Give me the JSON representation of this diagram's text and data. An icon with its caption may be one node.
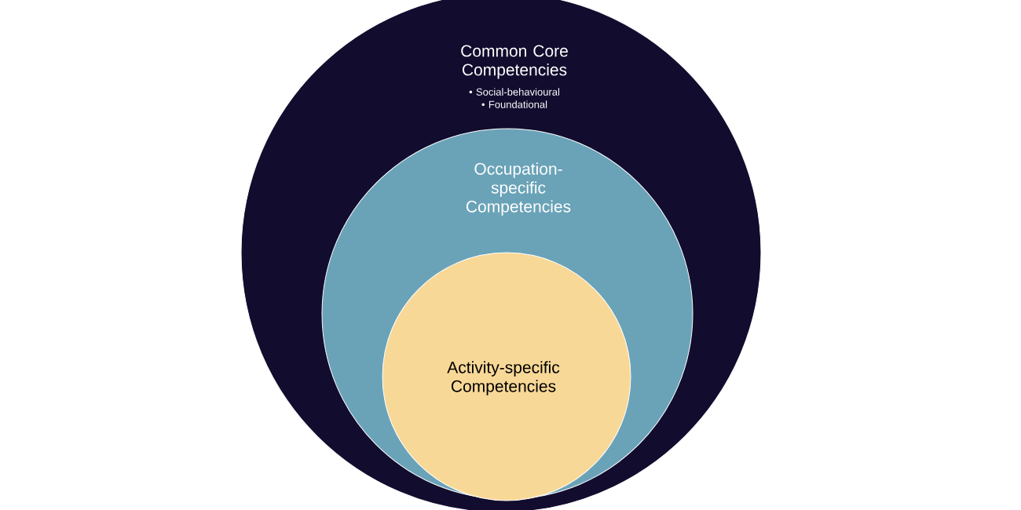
{
  "diagram": {
    "nodes": [
      {
        "text": [
          "Common Core Competencies",
          "• Social-behavioural",
          "• Foundational"
        ]
      },
      {
        "text": [
          "Occupation-specific Competencies"
        ],
        "in": 0
      },
      {
        "text": [
          "Activity-specific Competencies"
        ],
        "in": 1
      }
    ]
  }
}
